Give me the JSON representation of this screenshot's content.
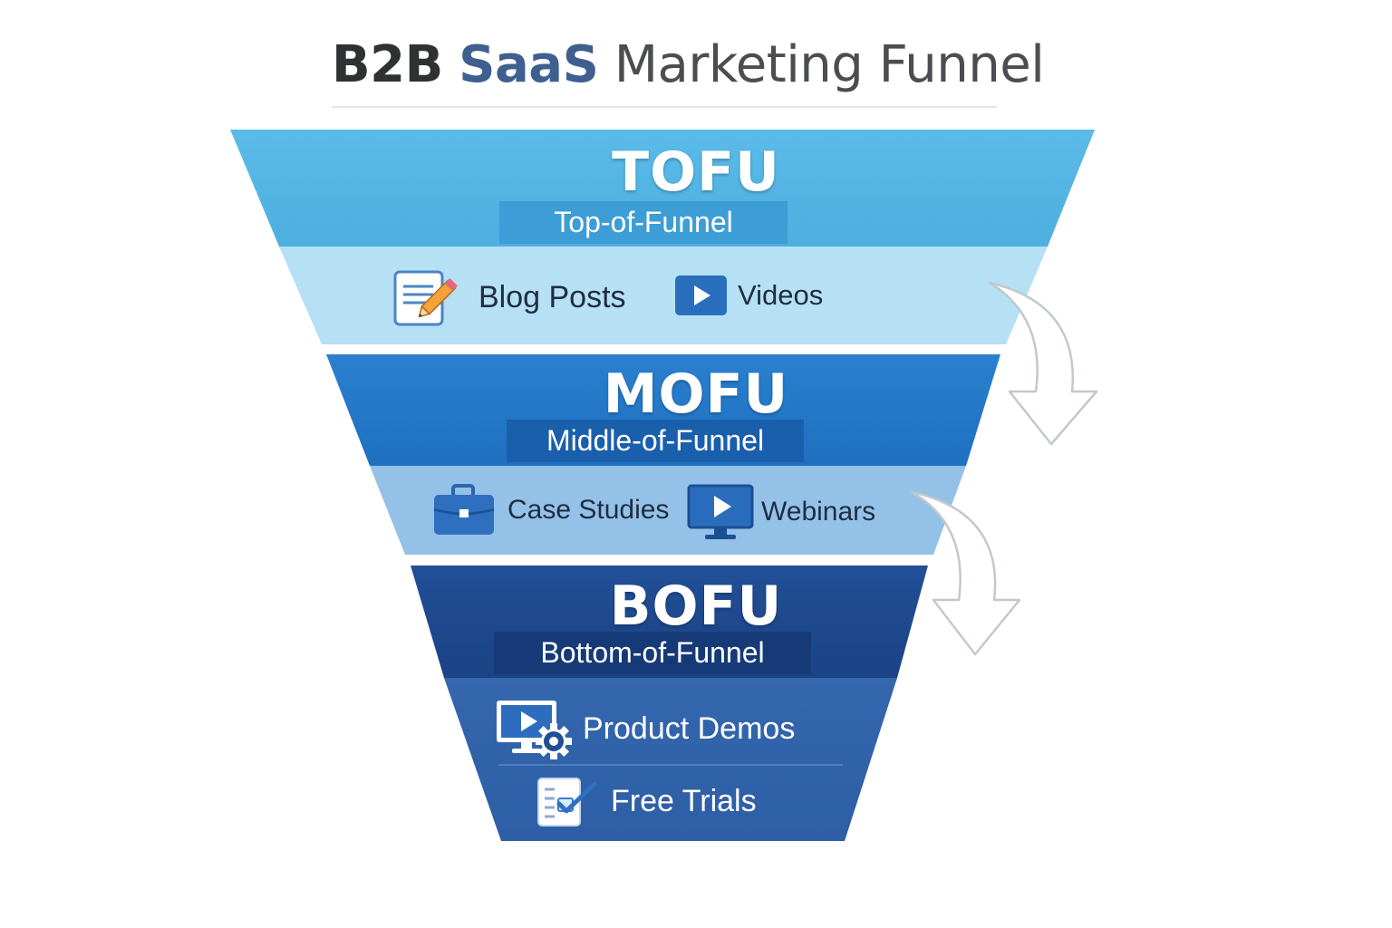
{
  "title": {
    "part1": "B2B",
    "part2": "SaaS",
    "part3": "Marketing Funnel"
  },
  "colors": {
    "tofu_header": "#52b3e3",
    "tofu_content": "#b3def3",
    "mofu_header": "#2277c8",
    "mofu_content": "#8fbde6",
    "bofu_header": "#1e4a8f",
    "bofu_content": "#2f63ab",
    "title_accent": "#3f5f8f",
    "arrow_outline": "#c4c9cf"
  },
  "stages": [
    {
      "name": "TOFU",
      "subtitle": "Top-of-Funnel",
      "tactics": [
        {
          "label": "Blog Posts",
          "icon": "document-pencil-icon"
        },
        {
          "label": "Videos",
          "icon": "play-button-icon"
        }
      ]
    },
    {
      "name": "MOFU",
      "subtitle": "Middle-of-Funnel",
      "tactics": [
        {
          "label": "Case Studies",
          "icon": "briefcase-icon"
        },
        {
          "label": "Webinars",
          "icon": "monitor-play-icon"
        }
      ]
    },
    {
      "name": "BOFU",
      "subtitle": "Bottom-of-Funnel",
      "tactics": [
        {
          "label": "Product Demos",
          "icon": "monitor-gear-icon"
        },
        {
          "label": "Free Trials",
          "icon": "checklist-icon"
        }
      ]
    }
  ]
}
